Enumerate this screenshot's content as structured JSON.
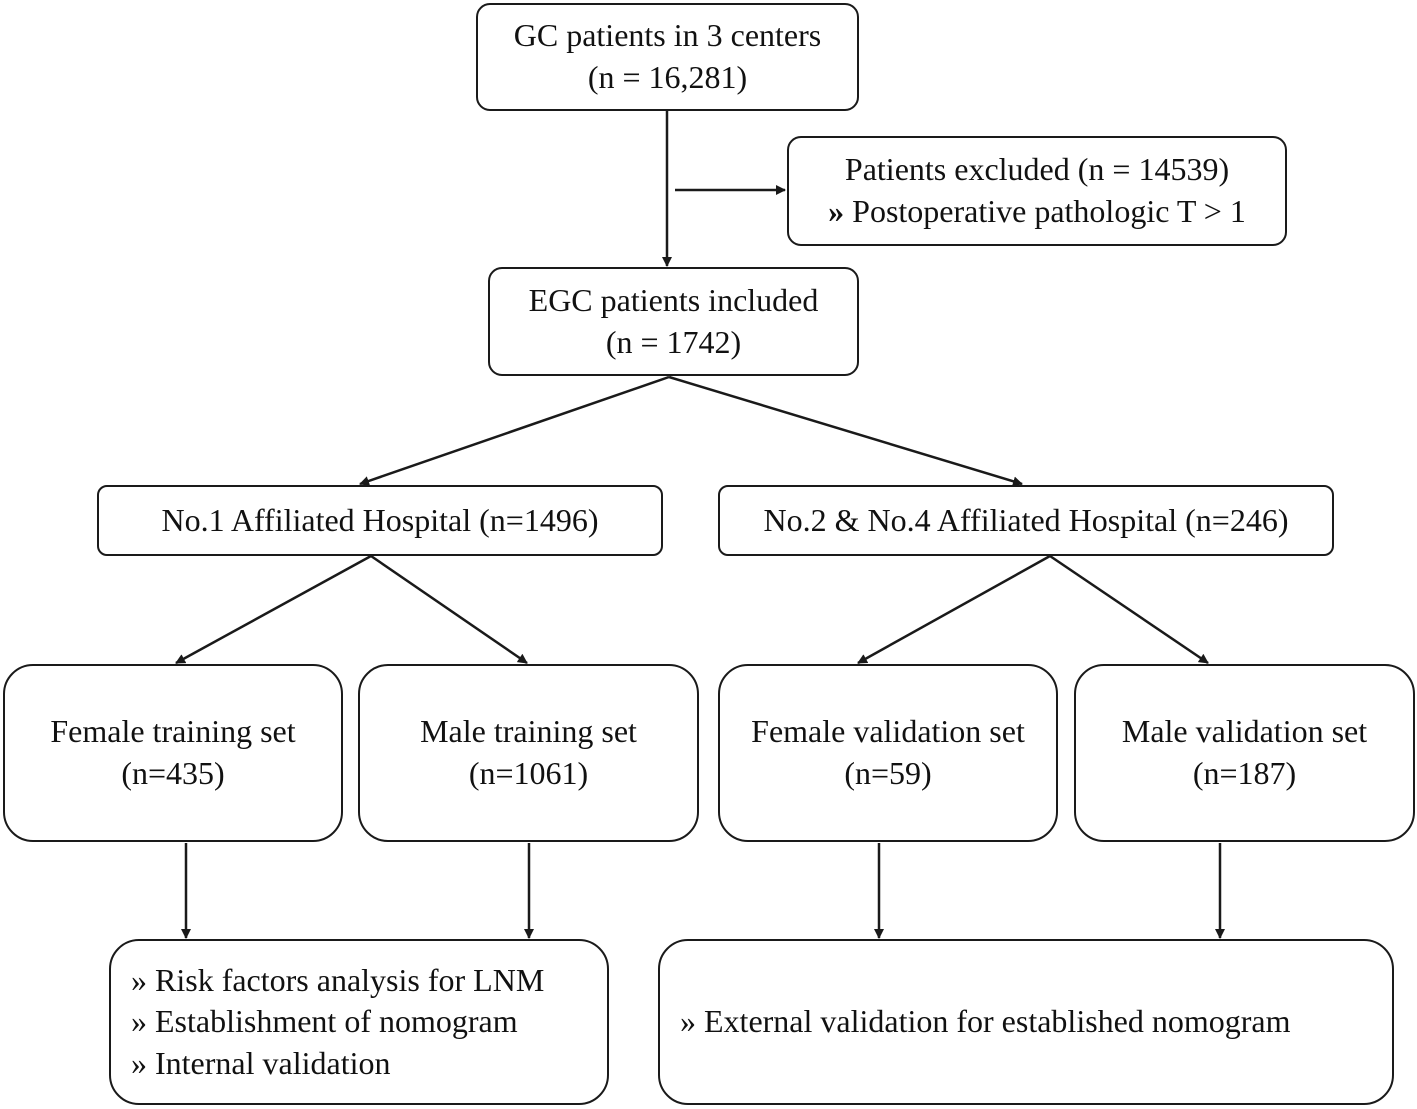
{
  "nodes": {
    "gc": {
      "lines": [
        "GC patients in 3 centers",
        "(n = 16,281)"
      ]
    },
    "excluded": {
      "title": "Patients excluded (n = 14539)",
      "items": [
        "Postoperative pathologic T > 1"
      ]
    },
    "egc": {
      "lines": [
        "EGC patients included",
        "(n = 1742)"
      ]
    },
    "hosp1": {
      "lines": [
        "No.1 Affiliated Hospital (n=1496)"
      ]
    },
    "hosp24": {
      "lines": [
        "No.2 & No.4 Affiliated Hospital (n=246)"
      ]
    },
    "female_train": {
      "lines": [
        "Female training set",
        "(n=435)"
      ]
    },
    "male_train": {
      "lines": [
        "Male training set",
        "(n=1061)"
      ]
    },
    "female_val": {
      "lines": [
        "Female validation set",
        "(n=59)"
      ]
    },
    "male_val": {
      "lines": [
        "Male validation set",
        "(n=187)"
      ]
    },
    "training_outcome": {
      "items": [
        "Risk factors analysis for LNM",
        "Establishment of nomogram",
        "Internal validation"
      ]
    },
    "validation_outcome": {
      "items": [
        "External validation for established nomogram"
      ]
    }
  }
}
